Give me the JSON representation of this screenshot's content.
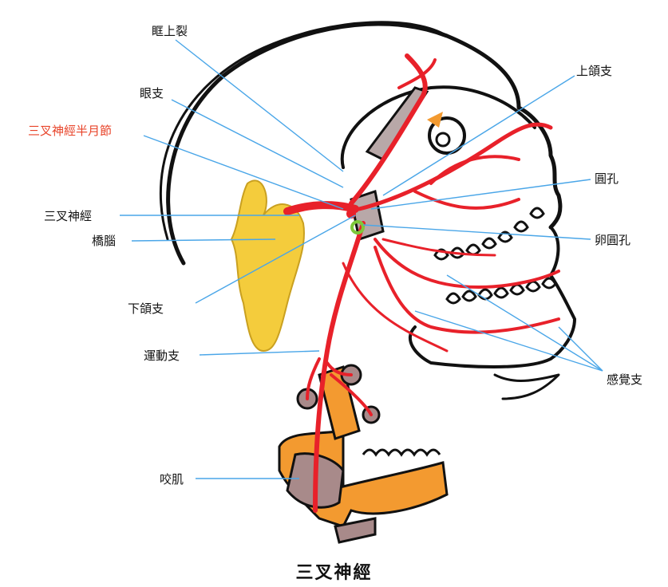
{
  "title": "三叉神經",
  "labels": {
    "orbital_fissure": "眶上裂",
    "ophthalmic_branch": "眼支",
    "semilunar_ganglion": "三叉神經半月節",
    "trigeminal_nerve": "三叉神經",
    "pons": "橋腦",
    "mandibular_branch": "下頜支",
    "motor_branch": "運動支",
    "masticatory_muscle": "咬肌",
    "maxillary_branch": "上頜支",
    "foramen_rotundum": "圓孔",
    "foramen_ovale": "卵圓孔",
    "sensory_branch": "感覺支"
  },
  "colors": {
    "nerve": "#e8212a",
    "leader": "#4aa6e8",
    "pons": "#f4cc3c",
    "muscle_orange": "#f39a30",
    "muscle_mauve": "#a88a8a",
    "bone": "#b8a8a8",
    "accent_label": "#e8442a"
  }
}
